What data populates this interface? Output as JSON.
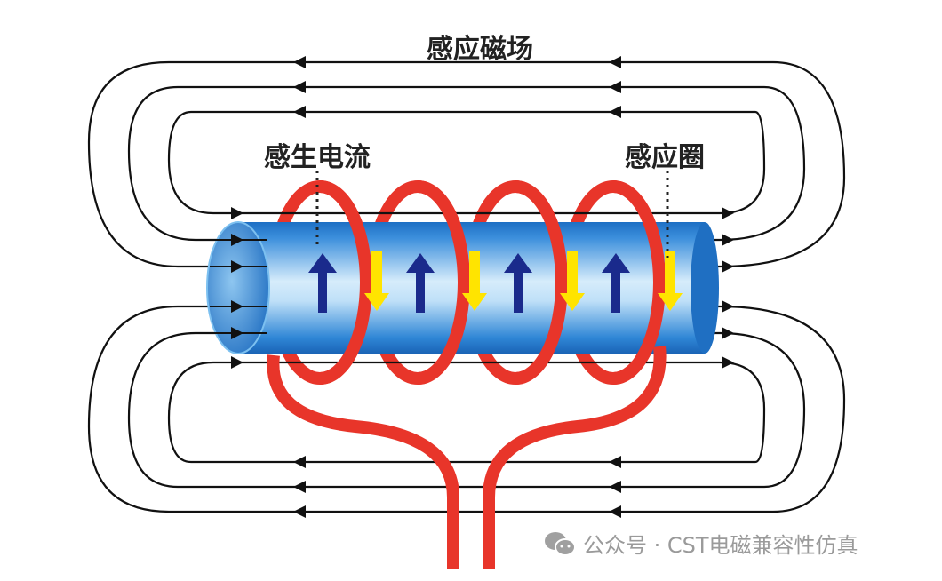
{
  "labels": {
    "magnetic_field": "感应磁场",
    "induced_current": "感生电流",
    "induction_coil": "感应圈"
  },
  "watermark": {
    "icon": "wechat-icon",
    "text": "公众号 · CST电磁兼容性仿真"
  },
  "colors": {
    "coil": "#e8352a",
    "tube": "#2a7fd0",
    "current_arrow": "#1a2a8c",
    "coil_arrow": "#ffe400",
    "field_line": "#111111"
  }
}
